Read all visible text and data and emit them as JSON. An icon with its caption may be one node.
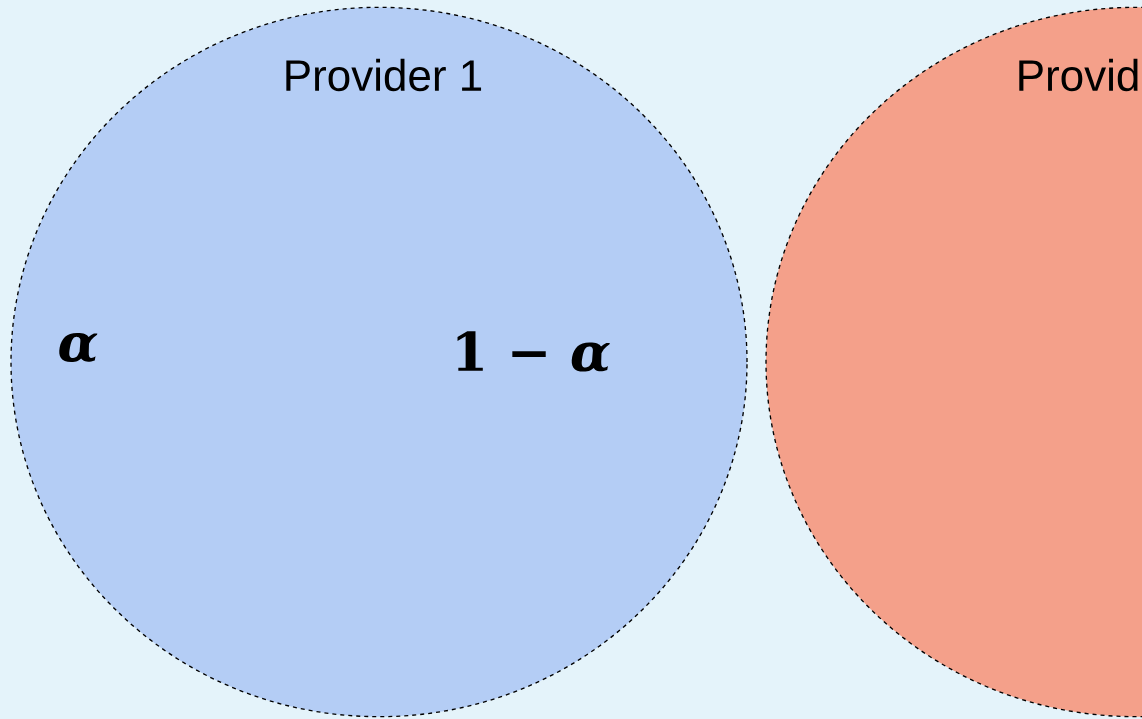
{
  "diagram": {
    "nodes": [
      {
        "text": [
          "Provider 1",
          "*α*",
          "1 − *α*"
        ]
      },
      {
        "text": [
          "Provid"
        ]
      }
    ]
  }
}
